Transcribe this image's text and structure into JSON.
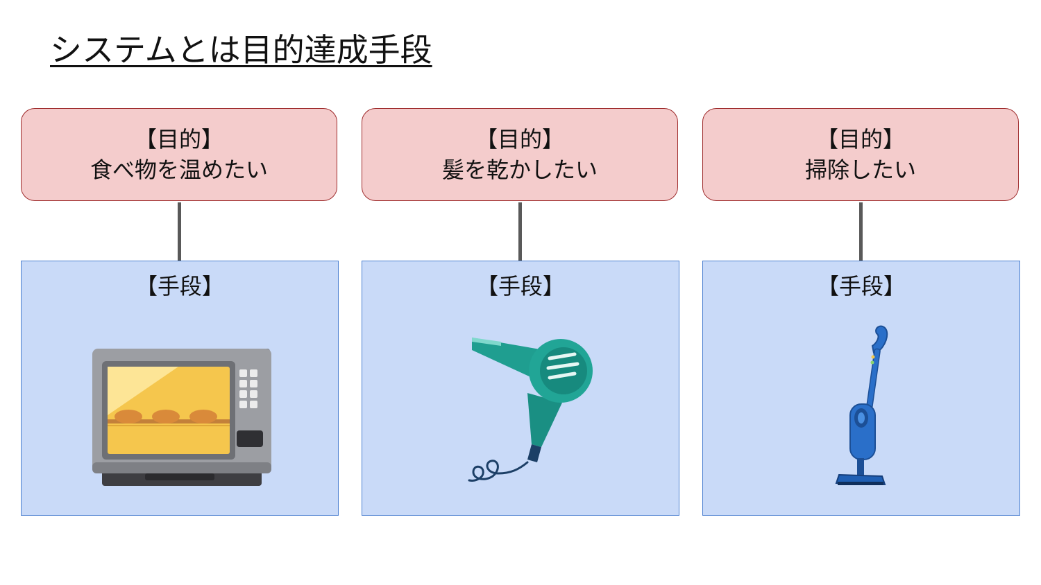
{
  "title": "システムとは目的達成手段",
  "columns": [
    {
      "goal_label": "【目的】",
      "goal_text": "食べ物を温めたい",
      "means_label": "【手段】",
      "illustration_icon": "toaster-oven-icon"
    },
    {
      "goal_label": "【目的】",
      "goal_text": "髪を乾かしたい",
      "means_label": "【手段】",
      "illustration_icon": "hair-dryer-icon"
    },
    {
      "goal_label": "【目的】",
      "goal_text": "掃除したい",
      "means_label": "【手段】",
      "illustration_icon": "stick-vacuum-icon"
    }
  ],
  "colors": {
    "goal_fill": "#f4cccc",
    "goal_border": "#9e2a2b",
    "means_fill": "#c9daf8",
    "means_border": "#4a7fd0",
    "connector": "#595959"
  }
}
